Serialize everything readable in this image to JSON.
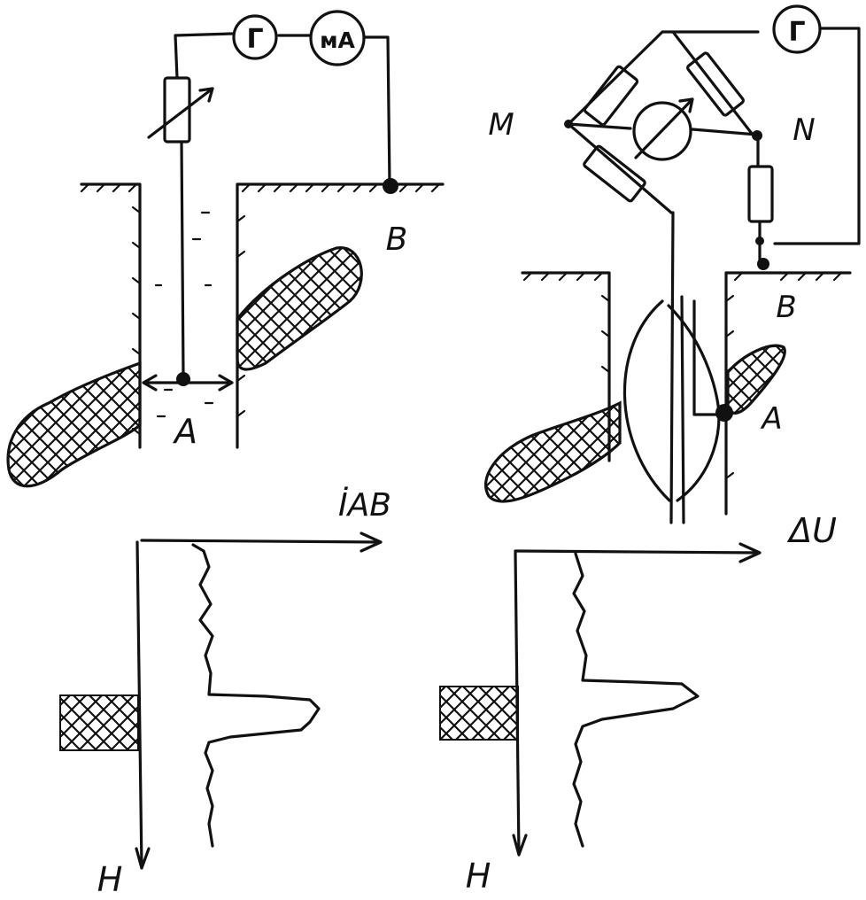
{
  "left_scheme": {
    "generator_symbol": "Г",
    "meter_symbol": "мA",
    "electrode_a": "A",
    "electrode_b": "B"
  },
  "right_scheme": {
    "generator_symbol": "Г",
    "node_m": "M",
    "node_n": "N",
    "electrode_a": "A",
    "electrode_b": "B"
  },
  "left_log": {
    "x_axis_label": "İAB",
    "depth_label": "H"
  },
  "right_log": {
    "x_axis_label": "ΔU",
    "depth_label": "H"
  }
}
